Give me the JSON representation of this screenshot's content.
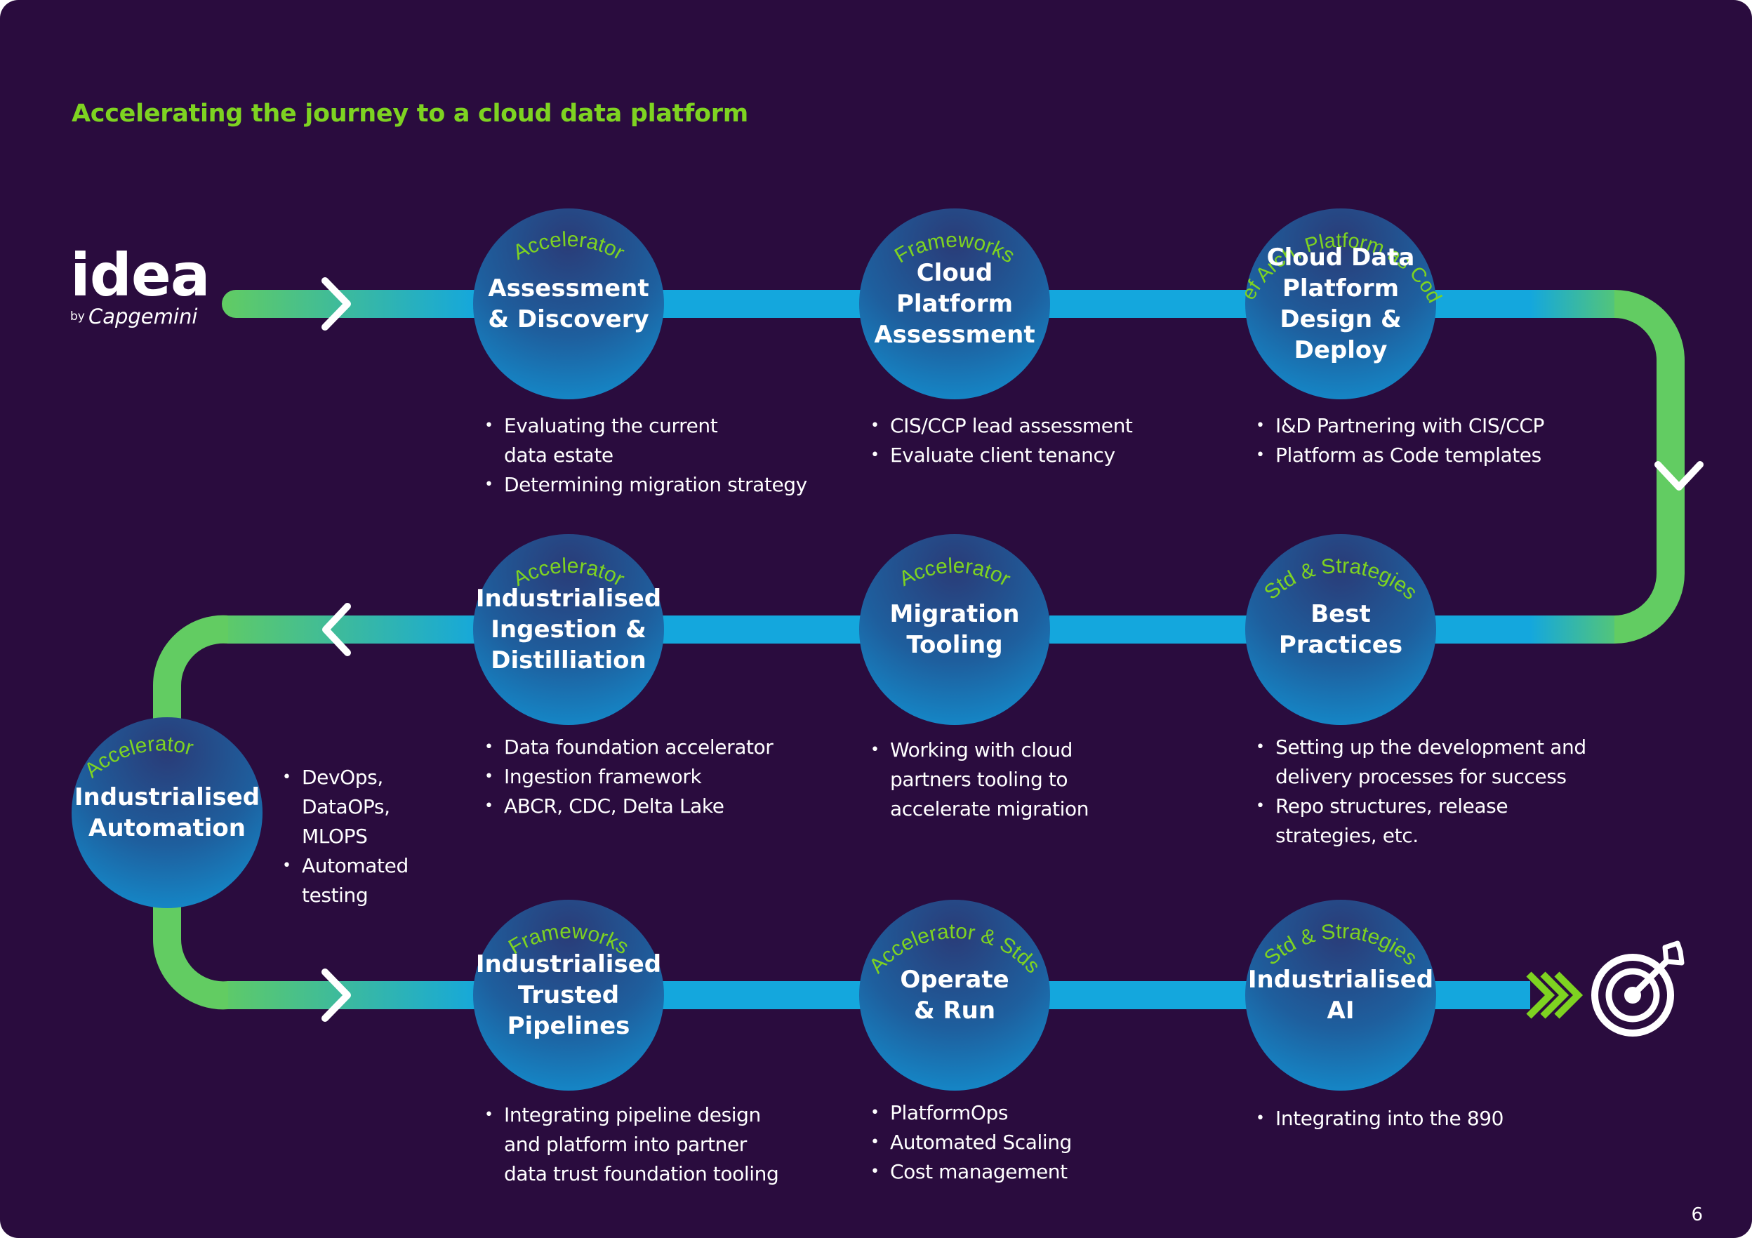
{
  "title": "Accelerating the journey to a cloud data platform",
  "logo": {
    "word": "idea",
    "by": "by",
    "brand": "Capgemini"
  },
  "page_number": "6",
  "colors": {
    "background": "#2a0c3e",
    "accent_green": "#7ed321",
    "path_blue": "#14a7dd",
    "path_green": "#62cc62",
    "circle_top": "#2a3f7a",
    "circle_bottom": "#1589c9",
    "text": "#ffffff"
  },
  "nodes": [
    {
      "id": "assessment",
      "tag": "Accelerator",
      "lines": [
        "Assessment",
        "& Discovery"
      ],
      "bullets": [
        [
          "Evaluating the current",
          "data estate"
        ],
        [
          "Determining migration strategy"
        ]
      ]
    },
    {
      "id": "cloud-platform-assessment",
      "tag": "Frameworks",
      "lines": [
        "Cloud",
        "Platform",
        "Assessment"
      ],
      "bullets": [
        [
          "CIS/CCP lead assessment"
        ],
        [
          "Evaluate client tenancy"
        ]
      ]
    },
    {
      "id": "cloud-data-platform",
      "tag": "Ref Arch, Platform as Code",
      "lines": [
        "Cloud Data",
        "Platform",
        "Design &",
        "Deploy"
      ],
      "bullets": [
        [
          "I&D Partnering with CIS/CCP"
        ],
        [
          "Platform as Code templates"
        ]
      ]
    },
    {
      "id": "best-practices",
      "tag": "Std & Strategies",
      "lines": [
        "Best",
        "Practices"
      ],
      "bullets": [
        [
          "Setting up the development and",
          "delivery processes for success"
        ],
        [
          "Repo structures, release",
          "strategies, etc."
        ]
      ]
    },
    {
      "id": "migration-tooling",
      "tag": "Accelerator",
      "lines": [
        "Migration",
        "Tooling"
      ],
      "bullets": [
        [
          "Working with cloud",
          "partners tooling to",
          "accelerate migration"
        ]
      ]
    },
    {
      "id": "ingestion",
      "tag": "Accelerator",
      "lines": [
        "Industrialised",
        "Ingestion &",
        "Distilliation"
      ],
      "bullets": [
        [
          "Data foundation accelerator"
        ],
        [
          "Ingestion framework"
        ],
        [
          "ABCR, CDC, Delta Lake"
        ]
      ]
    },
    {
      "id": "automation",
      "tag": "Accelerator",
      "lines": [
        "Industrialised",
        "Automation"
      ],
      "bullets": [
        [
          "DevOps,",
          "DataOPs,",
          "MLOPS"
        ],
        [
          "Automated",
          "testing"
        ]
      ]
    },
    {
      "id": "trusted-pipelines",
      "tag": "Frameworks",
      "lines": [
        "Industrialised",
        "Trusted",
        "Pipelines"
      ],
      "bullets": [
        [
          "Integrating pipeline design",
          "and platform into partner",
          "data trust foundation tooling"
        ]
      ]
    },
    {
      "id": "operate-run",
      "tag": "Accelerator & Stds",
      "lines": [
        "Operate",
        "& Run"
      ],
      "bullets": [
        [
          "PlatformOps"
        ],
        [
          "Automated Scaling"
        ],
        [
          "Cost management"
        ]
      ]
    },
    {
      "id": "industrialised-ai",
      "tag": "Std & Strategies",
      "lines": [
        "Industrialised",
        "AI"
      ],
      "bullets": [
        [
          "Integrating into the 890"
        ]
      ]
    }
  ],
  "icons": {
    "direction_chevrons": "chevron-icon",
    "end_arrows": "triple-chevron-icon",
    "goal": "target-icon"
  }
}
